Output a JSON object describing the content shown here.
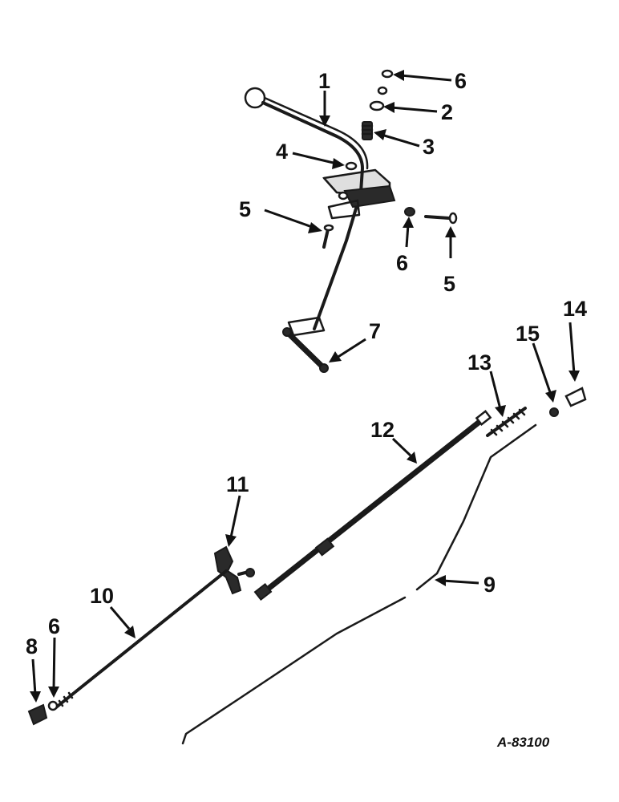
{
  "figure_id": "A-83100",
  "callouts": {
    "c1": "1",
    "c2": "2",
    "c3": "3",
    "c4": "4",
    "c5a": "5",
    "c5b": "5",
    "c6a": "6",
    "c6b": "6",
    "c6c": "6",
    "c7": "7",
    "c8": "8",
    "c9": "9",
    "c10": "10",
    "c11": "11",
    "c12": "12",
    "c13": "13",
    "c14": "14",
    "c15": "15"
  }
}
